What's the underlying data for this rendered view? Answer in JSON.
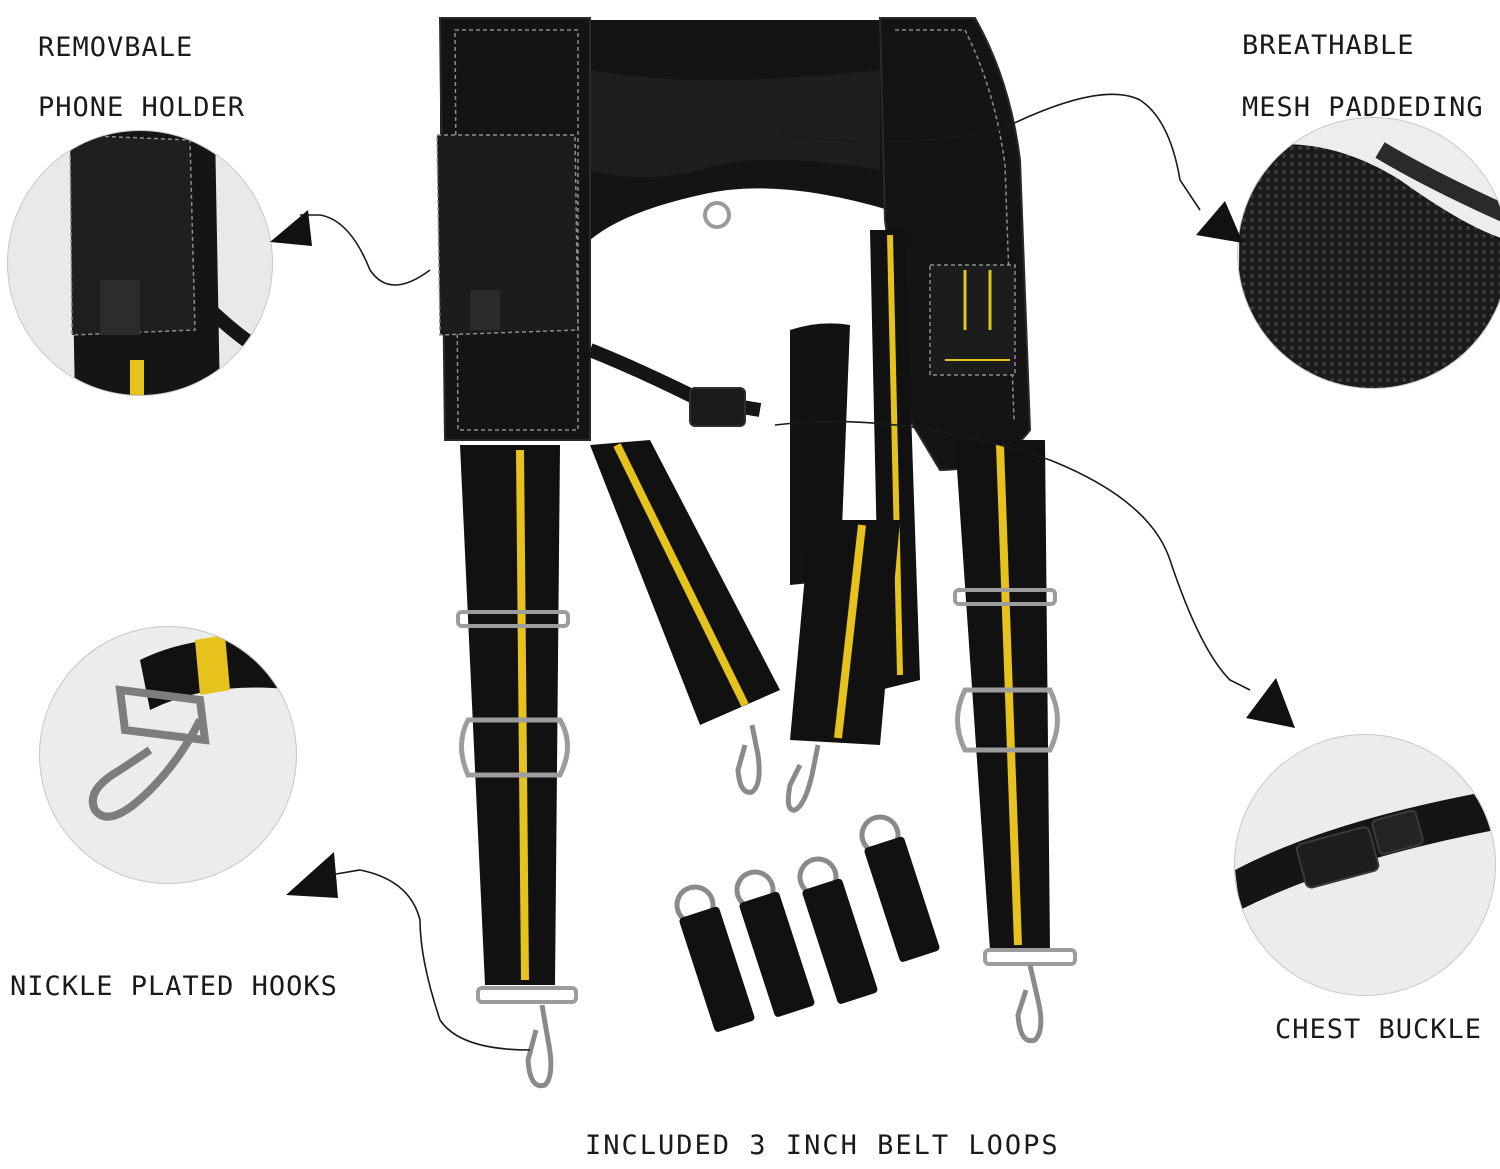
{
  "labels": {
    "phone_holder_line1": "REMOVBALE",
    "phone_holder_line2": "PHONE HOLDER",
    "mesh_line1": "BREATHABLE",
    "mesh_line2": "MESH PADDEDING",
    "hooks": "NICKLE PLATED HOOKS",
    "chest_buckle": "CHEST BUCKLE",
    "belt_loops": "INCLUDED 3 INCH BELT LOOPS"
  },
  "colors": {
    "strap_black": "#111111",
    "stripe_yellow": "#e6c21d",
    "stitch_grey": "#9a9a9a",
    "metal": "#8a8a8a",
    "text": "#1a1a1a"
  }
}
